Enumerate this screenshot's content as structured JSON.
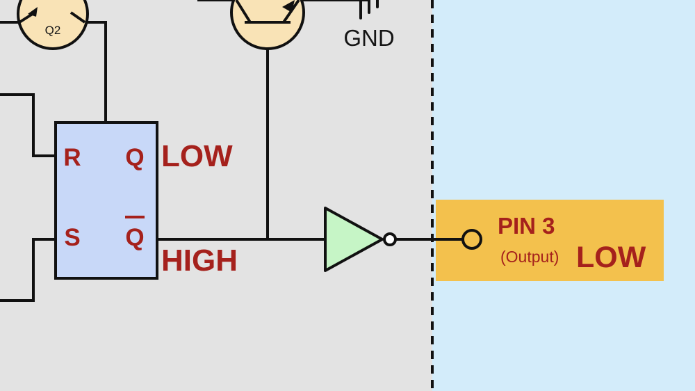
{
  "colors": {
    "ic_region": "#e3e3e3",
    "external_region": "#d3ecfa",
    "transistor_fill": "#f9e3b6",
    "flipflop_fill": "#c8d8f8",
    "inverter_fill": "#c6f5c6",
    "pin_box_fill": "#f3c14d",
    "label_red": "#a5211c",
    "wire": "#111111"
  },
  "transistor_q2": {
    "label": "Q2"
  },
  "ground": {
    "label": "GND"
  },
  "flipflop": {
    "r_label": "R",
    "q_label": "Q",
    "s_label": "S",
    "qbar_label": "Q"
  },
  "states": {
    "q_state": "LOW",
    "qbar_state": "HIGH"
  },
  "pin": {
    "title": "PIN 3",
    "subtitle": "(Output)",
    "state": "LOW"
  }
}
